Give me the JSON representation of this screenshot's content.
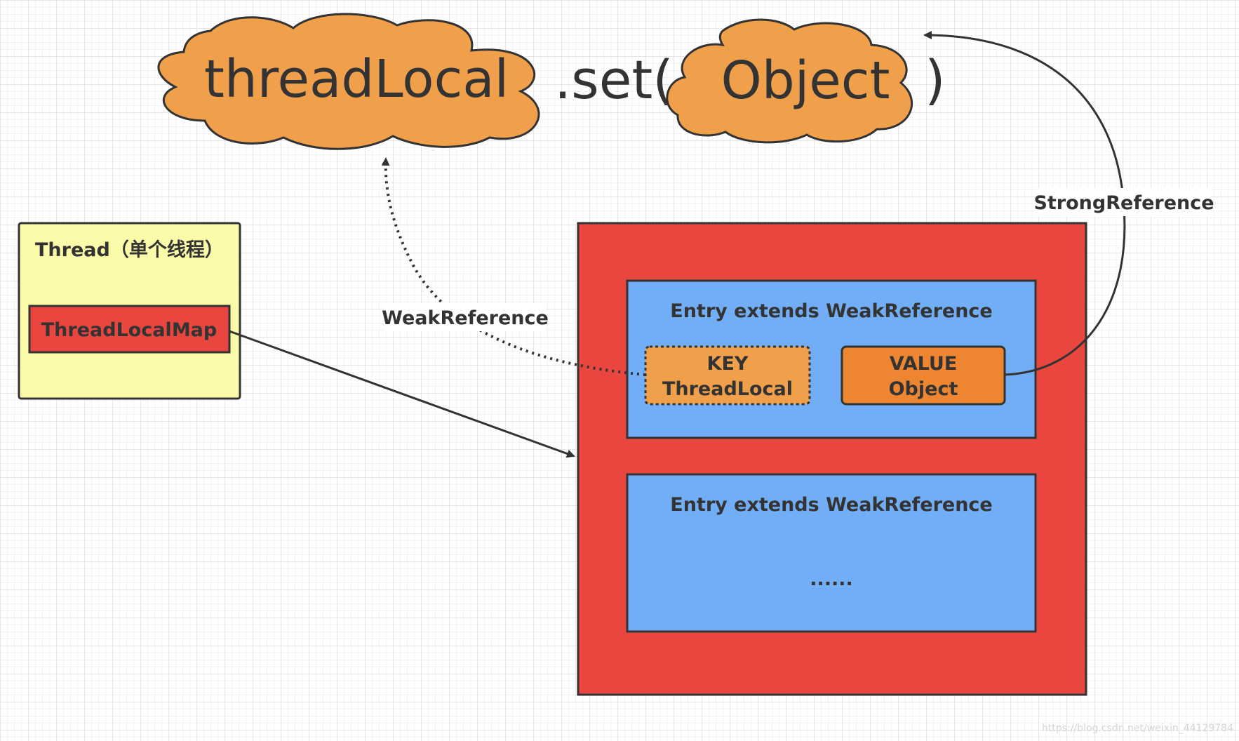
{
  "expression": {
    "receiver": "threadLocal",
    "method": ".set(",
    "argument": "Object",
    "close_paren": ")"
  },
  "thread_box": {
    "title": "Thread（单个线程）",
    "map_label": "ThreadLocalMap"
  },
  "entries": [
    {
      "title": "Entry extends WeakReference",
      "key_line1": "KEY",
      "key_line2": "ThreadLocal",
      "value_line1": "VALUE",
      "value_line2": "Object"
    },
    {
      "title": "Entry extends WeakReference",
      "ellipsis": "......"
    }
  ],
  "references": {
    "weak": "WeakReference",
    "strong": "StrongReference"
  },
  "watermark": "https://blog.csdn.net/weixin_44129784",
  "colors": {
    "cloud_fill": "#f0a04b",
    "map_fill": "#e8463e",
    "entry_fill": "#72aef5",
    "key_fill": "#f0a04b",
    "value_fill": "#ee8530",
    "thread_fill": "#fbfbaa",
    "stroke": "#333333"
  }
}
